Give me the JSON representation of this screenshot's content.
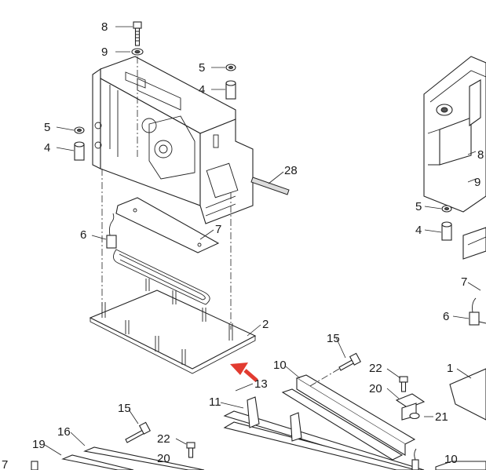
{
  "colors": {
    "line": "#222222",
    "arrow": "#e23b30",
    "background": "#ffffff"
  },
  "callouts": {
    "c8a": "8",
    "c9a": "9",
    "c5a": "5",
    "c4a": "4",
    "c5b": "5",
    "c4b": "4",
    "c28": "28",
    "c6a": "6",
    "c7a": "7",
    "c2": "2",
    "c15a": "15",
    "c10a": "10",
    "c22a": "22",
    "c13": "13",
    "c20a": "20",
    "c11": "11",
    "c21": "21",
    "c15b": "15",
    "c16": "16",
    "c19": "19",
    "c22b": "22",
    "c20b": "20",
    "c7b": "7",
    "c8b": "8",
    "c9b": "9",
    "c5c": "5",
    "c4c": "4",
    "c7c": "7",
    "c6b": "6",
    "c1": "1",
    "c10b": "10"
  }
}
